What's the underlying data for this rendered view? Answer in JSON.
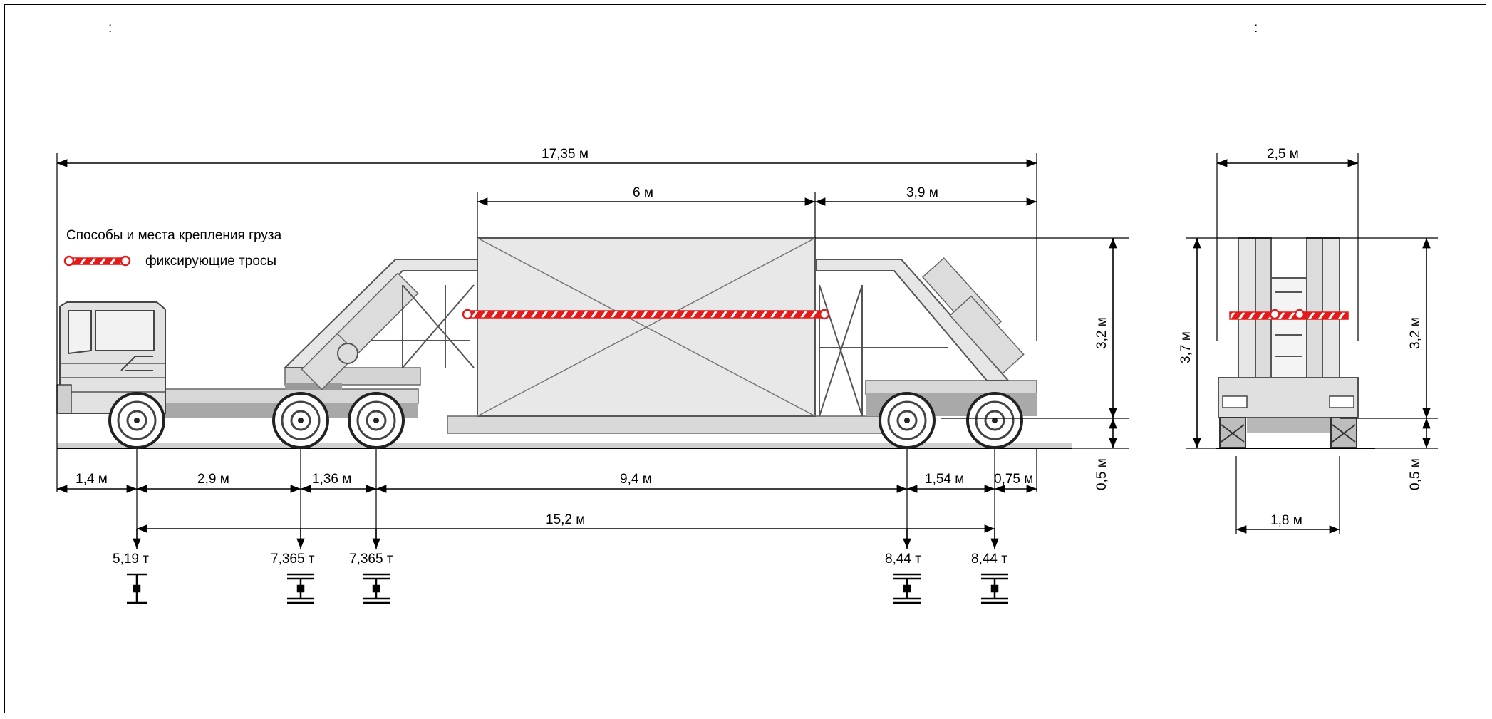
{
  "header": {
    "left_colon": ":",
    "right_colon": ":"
  },
  "legend": {
    "title": "Способы и места крепления груза",
    "rope_label": "фиксирующие тросы"
  },
  "side_view": {
    "overall_length": "17,35 м",
    "cargo_length": "6 м",
    "rear_overhang": "3,9 м",
    "cargo_height": "3,2 м",
    "deck_height": "0,5 м",
    "spacing": [
      "1,4 м",
      "2,9 м",
      "1,36 м",
      "9,4 м",
      "1,54 м",
      "0,75 м"
    ],
    "wheelbase": "15,2 м",
    "axle_loads": [
      "5,19 т",
      "7,365 т",
      "7,365 т",
      "8,44 т",
      "8,44 т"
    ]
  },
  "rear_view": {
    "width": "2,5 м",
    "total_height": "3,7 м",
    "cargo_height": "3,2 м",
    "deck_height": "0,5 м",
    "track": "1,8 м"
  },
  "colors": {
    "rope": "#e21b1b",
    "cargo": "#e8e8e8",
    "trailer": "#c8c8c8",
    "line": "#000000"
  }
}
